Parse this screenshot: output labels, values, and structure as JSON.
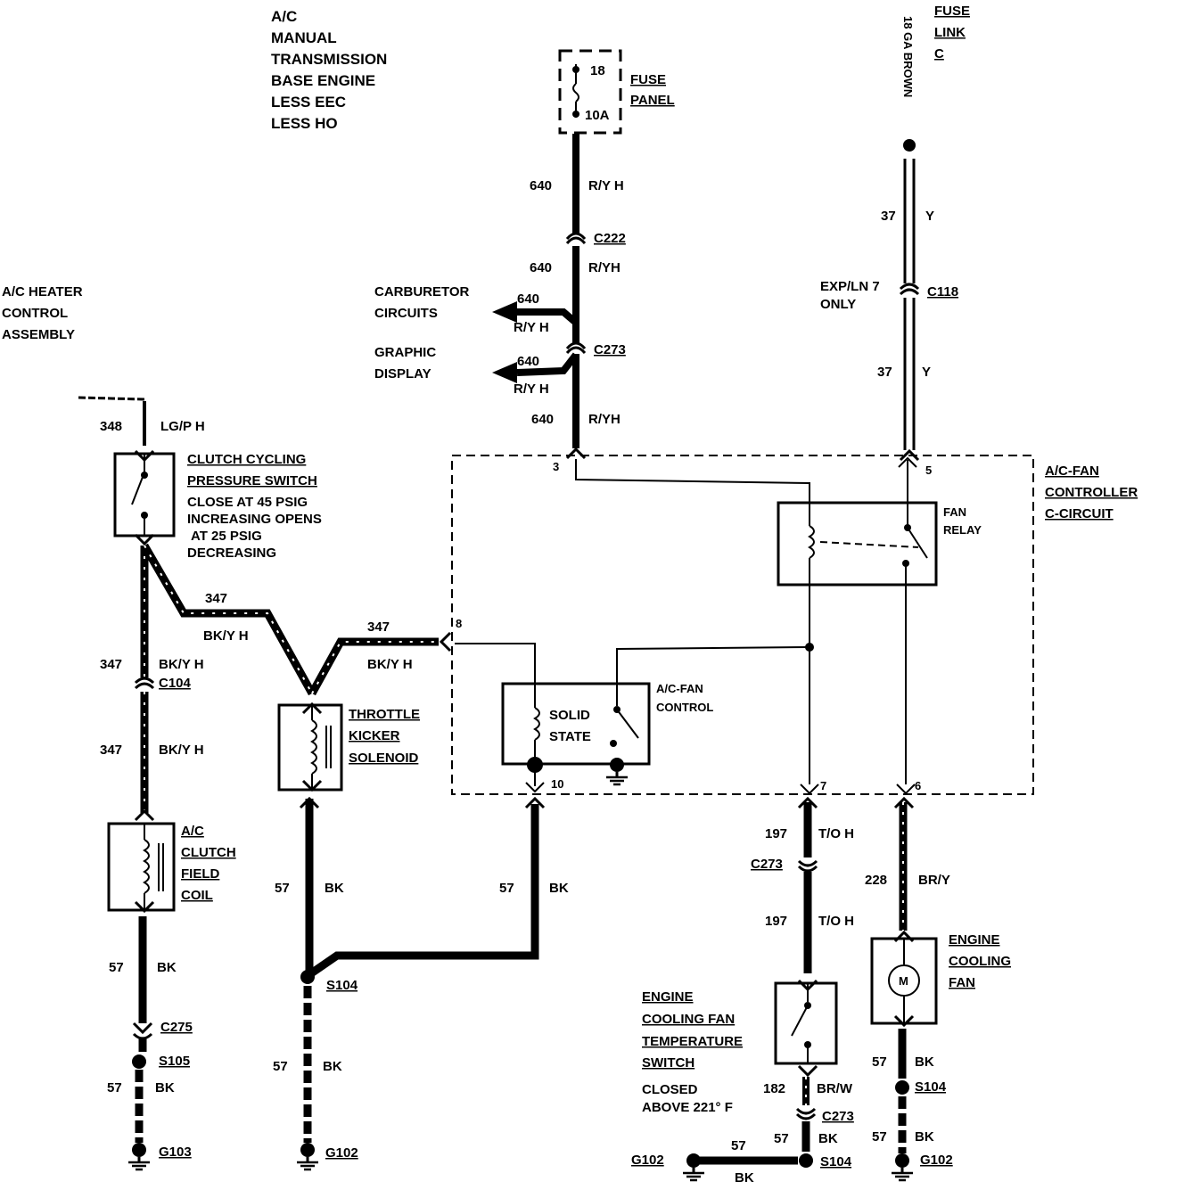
{
  "header": [
    "A/C",
    "MANUAL",
    "TRANSMISSION",
    "BASE ENGINE",
    "LESS EEC",
    "LESS HO"
  ],
  "components": {
    "fuse_panel": {
      "lines": [
        "FUSE",
        "PANEL"
      ],
      "fuse_no": "18",
      "rating": "10A"
    },
    "fuse_link": {
      "lines": [
        "FUSE",
        "LINK",
        "C"
      ],
      "wire_spec": "18 GA BROWN"
    },
    "heater_control": [
      "A/C HEATER",
      "CONTROL",
      "ASSEMBLY"
    ],
    "clutch_switch": {
      "title": [
        "CLUTCH CYCLING",
        "PRESSURE SWITCH"
      ],
      "desc": [
        "CLOSE AT 45 PSIG",
        "INCREASING OPENS",
        "AT 25 PSIG",
        "DECREASING"
      ]
    },
    "carb_circuits": [
      "CARBURETOR",
      "CIRCUITS"
    ],
    "graphic_display": [
      "GRAPHIC",
      "DISPLAY"
    ],
    "throttle_kicker": [
      "THROTTLE",
      "KICKER",
      "SOLENOID"
    ],
    "clutch_coil": [
      "A/C",
      "CLUTCH",
      "FIELD",
      "COIL"
    ],
    "fan_controller": [
      "A/C-FAN",
      "CONTROLLER",
      "C-CIRCUIT"
    ],
    "fan_relay": [
      "FAN",
      "RELAY"
    ],
    "solid_state": [
      "SOLID",
      "STATE"
    ],
    "ac_fan_control": [
      "A/C-FAN",
      "CONTROL"
    ],
    "exp_note": [
      "EXP/LN 7",
      "ONLY"
    ],
    "temp_switch": {
      "title": [
        "ENGINE",
        "COOLING FAN",
        "TEMPERATURE",
        "SWITCH"
      ],
      "desc": [
        "CLOSED",
        "ABOVE 221° F"
      ]
    },
    "cooling_fan": [
      "ENGINE",
      "COOLING",
      "FAN"
    ],
    "motor_symbol": "M"
  },
  "pins": {
    "p3": "3",
    "p5": "5",
    "p6": "6",
    "p7": "7",
    "p8": "8",
    "p10": "10"
  },
  "connectors": {
    "c222": "C222",
    "c273_top": "C273",
    "c118": "C118",
    "c104": "C104",
    "c273_mid": "C273",
    "c275": "C275",
    "c273_bot": "C273"
  },
  "splices": {
    "s104_left": "S104",
    "s105": "S105",
    "s104_bot": "S104",
    "s104_right": "S104"
  },
  "grounds": {
    "g103": "G103",
    "g102_left": "G102",
    "g102_bot": "G102",
    "g102_right": "G102"
  },
  "wires": {
    "w640a": {
      "num": "640",
      "color": "R/Y H"
    },
    "w640b": {
      "num": "640",
      "color": "R/YH"
    },
    "w640c": {
      "num": "640",
      "color": "R/Y H"
    },
    "w640d": {
      "num": "640",
      "color": "R/Y H"
    },
    "w640e": {
      "num": "640",
      "color": "R/YH"
    },
    "w37a": {
      "num": "37",
      "color": "Y"
    },
    "w37b": {
      "num": "37",
      "color": "Y"
    },
    "w348": {
      "num": "348",
      "color": "LG/P H"
    },
    "w347a": {
      "num": "347",
      "color": "BK/Y H"
    },
    "w347b": {
      "num": "347",
      "color": "BK/Y H"
    },
    "w347c": {
      "num": "347",
      "color": "BK/Y H"
    },
    "w347d": {
      "num": "347",
      "color": "BK/Y H"
    },
    "w57a": {
      "num": "57",
      "color": "BK"
    },
    "w57b": {
      "num": "57",
      "color": "BK"
    },
    "w57c": {
      "num": "57",
      "color": "BK"
    },
    "w57d": {
      "num": "57",
      "color": "BK"
    },
    "w57e": {
      "num": "57",
      "color": "BK"
    },
    "w57f": {
      "num": "57",
      "color": "BK"
    },
    "w57g": {
      "num": "57",
      "color": "BK"
    },
    "w57h": {
      "num": "57",
      "color": "BK"
    },
    "w57i": {
      "num": "57",
      "color": "BK"
    },
    "w197a": {
      "num": "197",
      "color": "T/O H"
    },
    "w197b": {
      "num": "197",
      "color": "T/O H"
    },
    "w228": {
      "num": "228",
      "color": "BR/Y"
    },
    "w182": {
      "num": "182",
      "color": "BR/W"
    }
  }
}
